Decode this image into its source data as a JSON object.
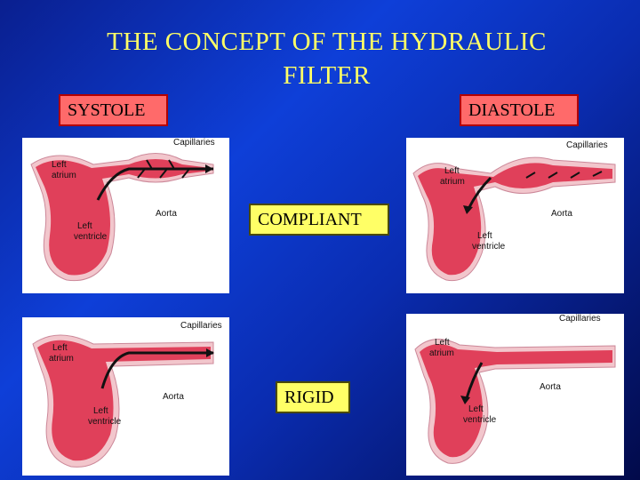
{
  "title": {
    "line1": "THE CONCEPT OF THE HYDRAULIC",
    "line2": "FILTER"
  },
  "labels": {
    "systole": "SYSTOLE",
    "diastole": "DIASTOLE",
    "compliant": "COMPLIANT",
    "rigid": "RIGID"
  },
  "panels": {
    "compliant_systole": {
      "capillaries": "Capillaries",
      "left_atrium_1": "Left",
      "left_atrium_2": "atrium",
      "aorta": "Aorta",
      "left_ventricle_1": "Left",
      "left_ventricle_2": "ventricle"
    },
    "compliant_diastole": {
      "capillaries": "Capillaries",
      "left_atrium_1": "Left",
      "left_atrium_2": "atrium",
      "aorta": "Aorta",
      "left_ventricle_1": "Left",
      "left_ventricle_2": "ventricle"
    },
    "rigid_systole": {
      "capillaries": "Capillaries",
      "left_atrium_1": "Left",
      "left_atrium_2": "atrium",
      "aorta": "Aorta",
      "left_ventricle_1": "Left",
      "left_ventricle_2": "ventricle"
    },
    "rigid_diastole": {
      "capillaries": "Capillaries",
      "left_atrium_1": "Left",
      "left_atrium_2": "atrium",
      "aorta": "Aorta",
      "left_ventricle_1": "Left",
      "left_ventricle_2": "ventricle"
    }
  },
  "colors": {
    "background": "#0e3fd8",
    "title": "#ffff66",
    "tissue": "#e0405a",
    "wall": "#f2c6cc",
    "arrow": "#111111"
  }
}
